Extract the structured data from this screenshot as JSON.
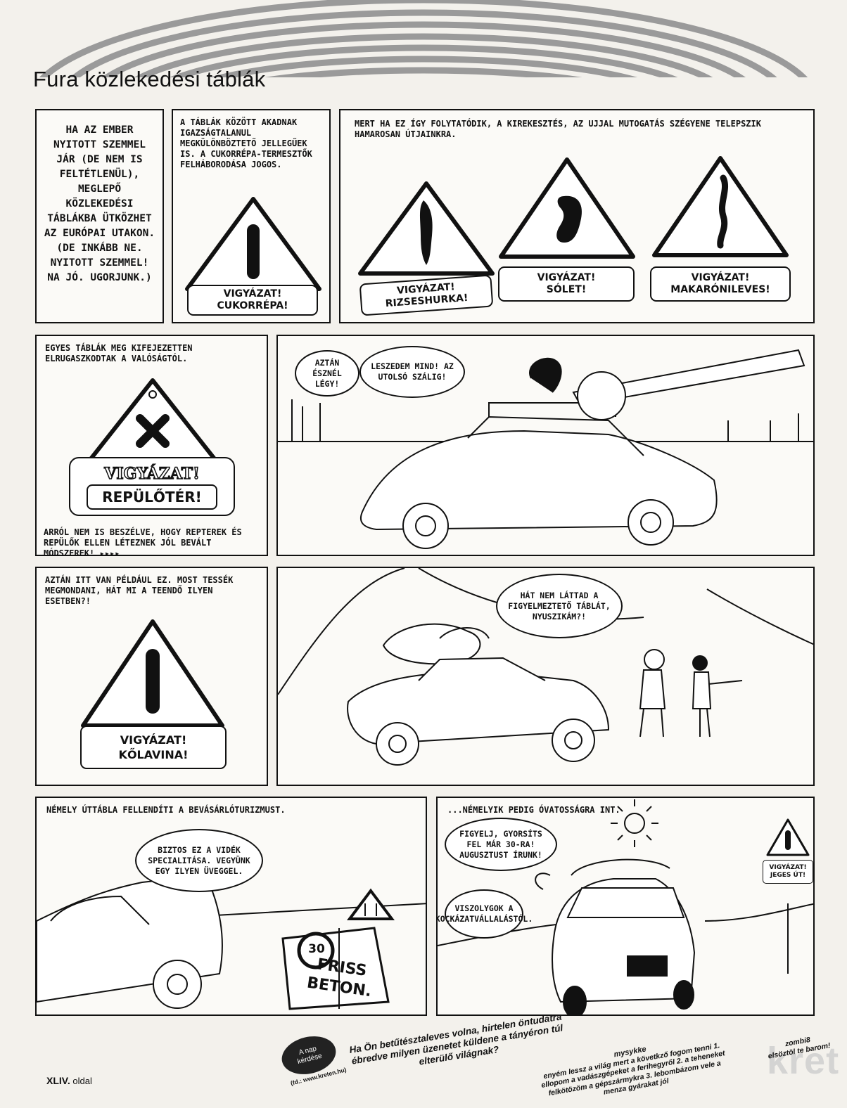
{
  "page_title": "Fura közlekedési táblák",
  "panels": {
    "p1": {
      "text": "Ha az ember nyitott szemmel jár (de nem is feltétlenül), meglepő közlekedési táblákba ütközhet az európai utakon. (De inkább ne. Nyitott szemmel! Na jó. Ugorjunk.)"
    },
    "p2": {
      "caption": "A táblák között akadnak igazságtalanul megkülönböztető jellegűek is. A cukorrépa-termesztők felháborodása jogos.",
      "sign_line1": "Vigyázat!",
      "sign_line2": "Cukorrépa!"
    },
    "p3": {
      "caption": "Mert ha ez így folytatódik, a kirekesztés, az ujjal mutogatás szégyene telepszik hamarosan útjainkra.",
      "signs": [
        {
          "line1": "Vigyázat!",
          "line2": "Rizseshurka!"
        },
        {
          "line1": "Vigyázat!",
          "line2": "Sólet!"
        },
        {
          "line1": "Vigyázat!",
          "line2": "Makaróni­leves!"
        }
      ]
    },
    "p4": {
      "caption_top": "Egyes táblák meg kifejezetten elrugaszkodtak a valóságtól.",
      "sign_line1": "Vigyázat!",
      "sign_line2": "Repülőtér!",
      "caption_bottom": "Arról nem is beszélve, hogy repterek és repülők ellen léteznek jól bevált módszerek! ▸▸▸▸"
    },
    "p5": {
      "bubble1": "Aztán észnél légy!",
      "bubble2": "Leszedem mind! Az utolsó szálig!"
    },
    "p6": {
      "caption": "Aztán itt van például ez. Most tessék megmondani, hát mi a teendő ilyen esetben?!",
      "sign_line1": "Vigyázat!",
      "sign_line2": "Kőlavina!"
    },
    "p7": {
      "bubble": "Hát nem láttad a figyelmeztető táblát, nyuszikám?!"
    },
    "p8": {
      "caption": "Némely úttábla fellendíti a bevásárlóturizmust.",
      "bubble": "Biztos ez a vidék specialitása. Vegyünk egy ilyen üveggel.",
      "speed": "30",
      "board_line1": "Friss",
      "board_line2": "Beton."
    },
    "p9": {
      "caption": "...Némelyik pedig óvatosságra int.",
      "bubble1": "Figyelj, gyorsíts fel már 30-ra! Augusztust írunk!",
      "bubble2": "Viszolygok a kockázatvállalástól.",
      "sign_line1": "Vigyázat!",
      "sign_line2": "Jeges út!"
    }
  },
  "footer": {
    "badge_line1": "A nap",
    "badge_line2": "kérdése",
    "badge_source": "(fd.: www.kreten.hu)",
    "question": "Ha Ön betűtésztaleves volna, hirtelen öntudatra ébredve milyen üzenetet küldene a tányéron túl elterülő világnak?",
    "answer_nick": "mysykke",
    "answer_text": "enyém lessz a világ mert a követkző fogom tenni 1. ellopom a vadászgépeket a ferihegyről 2. a teheneket felkötözöm a gépszármykra 3. lebombázom vele a menza gyárakat jól",
    "answer2_nick": "zombi8",
    "answer2_text": "elsöztöl te barom!",
    "brand": "kret",
    "page_number": "XLIV.",
    "page_label": "oldal"
  }
}
